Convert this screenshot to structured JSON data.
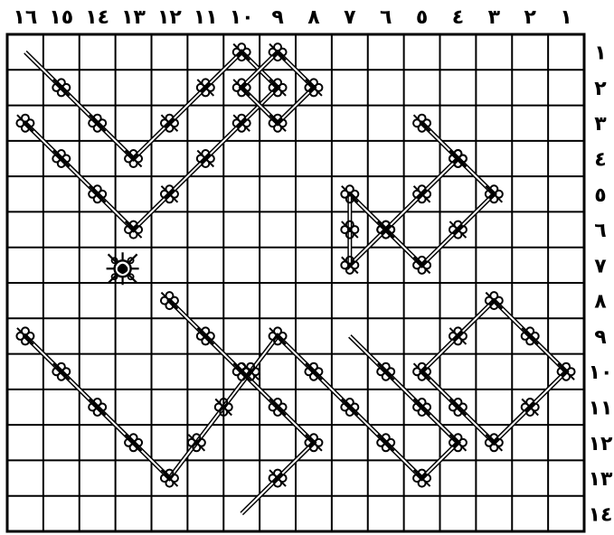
{
  "figure": {
    "column_numbers": [
      "١",
      "٢",
      "٣",
      "٤",
      "٥",
      "٦",
      "٧",
      "٨",
      "٩",
      "١٠",
      "١١",
      "١٢",
      "١٣",
      "١٤",
      "١٥",
      "١٦"
    ],
    "row_numbers": [
      "١",
      "٢",
      "٣",
      "٤",
      "٥",
      "٦",
      "٧",
      "٨",
      "٩",
      "١٠",
      "١١",
      "١٢",
      "١٣",
      "١٤"
    ],
    "grid_columns": 16,
    "grid_rows": 14,
    "numbering_direction": "right-to-left",
    "ink_color": "#000000",
    "background_color": "#ffffff",
    "motif_icon": "flower-icon",
    "center_motif_icon": "rosette-icon",
    "diamonds": [
      {
        "name": "upper-left-diamond",
        "path": [
          [
            19,
            5.4
          ],
          [
            11.4,
            12.7
          ],
          [
            5.3,
            15.9
          ],
          [
            8.3,
            9.6
          ],
          [
            15.1,
            4.6
          ]
        ]
      },
      {
        "name": "upper-right-diamond",
        "path": [
          [
            5.5,
            10.7
          ],
          [
            6.3,
            3.6
          ],
          [
            7.8,
            6.4
          ],
          [
            4.3,
            14.2
          ]
        ]
      },
      {
        "name": "lower-left-diamond",
        "path": [
          [
            17.5,
            10.8
          ],
          [
            7.3,
            1.4
          ],
          [
            10.6,
            17.3
          ],
          [
            10.5,
            15.3
          ]
        ]
      },
      {
        "name": "lower-right-diamond",
        "path": [
          [
            10.2,
            4.3
          ],
          [
            13.5,
            19.4
          ],
          [
            12.1,
            8.6
          ],
          [
            19.5,
            9.7
          ]
        ]
      }
    ]
  }
}
